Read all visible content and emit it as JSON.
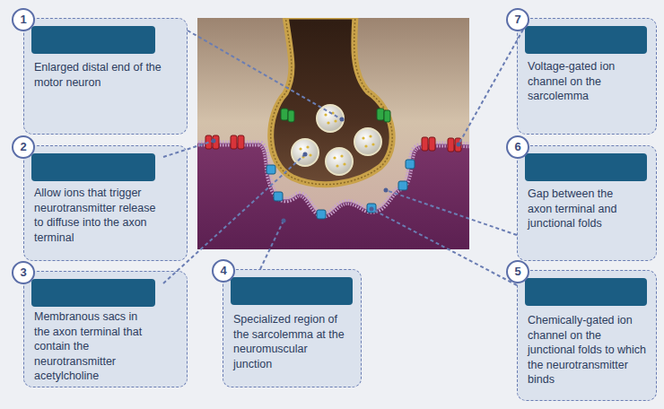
{
  "diagram": {
    "nodes": [
      {
        "text": [
          "Enlarged distal end of the motor neuron"
        ]
      },
      {
        "text": [
          "Allow ions that trigger neurotransmitter release to diffuse into the axon terminal"
        ]
      },
      {
        "text": [
          "Membranous sacs in the axon terminal that contain the neurotransmitter acetylcholine"
        ]
      },
      {
        "text": [
          "Specialized region of the sarcolemma at the neuromuscular junction"
        ]
      },
      {
        "text": [
          "Chemically-gated ion channel on the junctional folds to which the neurotransmitter binds"
        ]
      },
      {
        "text": [
          "Gap between the axon terminal and junctional folds"
        ]
      },
      {
        "text": [
          "Voltage-gated ion channel on the sarcolemma"
        ]
      }
    ],
    "labels": [
      "1",
      "2",
      "3",
      "4",
      "5",
      "6",
      "7"
    ]
  }
}
